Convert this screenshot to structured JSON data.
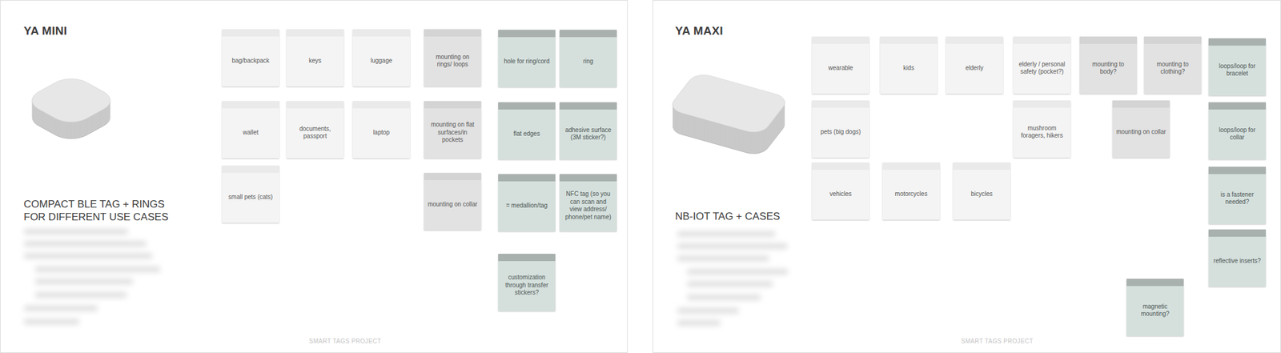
{
  "diagram": {
    "nodes": [
      {
        "text": [
          "YA MINI",
          "COMPACT BLE TAG + RINGS FOR DIFFERENT USE CASES"
        ]
      },
      {
        "text": [
          "bag/backpack"
        ],
        "in": 0
      },
      {
        "text": [
          "keys"
        ],
        "in": 0
      },
      {
        "text": [
          "luggage"
        ],
        "in": 0
      },
      {
        "text": [
          "mounting on rings/ loops"
        ],
        "in": 0
      },
      {
        "text": [
          "hole for ring/cord"
        ],
        "in": 0
      },
      {
        "text": [
          "ring"
        ],
        "in": 0
      },
      {
        "text": [
          "wallet"
        ],
        "in": 0
      },
      {
        "text": [
          "documents, passport"
        ],
        "in": 0
      },
      {
        "text": [
          "laptop"
        ],
        "in": 0
      },
      {
        "text": [
          "mounting on flat surfaces/in pockets"
        ],
        "in": 0
      },
      {
        "text": [
          "flat edges"
        ],
        "in": 0
      },
      {
        "text": [
          "adhesive surface (3M sticker?)"
        ],
        "in": 0
      },
      {
        "text": [
          "small pets (cats)"
        ],
        "in": 0
      },
      {
        "text": [
          "mounting on collar"
        ],
        "in": 0
      },
      {
        "text": [
          "= medallion/tag"
        ],
        "in": 0
      },
      {
        "text": [
          "NFC tag (so you can scan and view address/ phone/pet name)"
        ],
        "in": 0
      },
      {
        "text": [
          "customization through transfer stickers?"
        ],
        "in": 0
      },
      {
        "text": [
          "YA MAXI",
          "NB-IOT TAG + CASES"
        ]
      },
      {
        "text": [
          "wearable"
        ],
        "in": 18
      },
      {
        "text": [
          "kids"
        ],
        "in": 18
      },
      {
        "text": [
          "elderly"
        ],
        "in": 18
      },
      {
        "text": [
          "elderly / personal safety (pocket?)"
        ],
        "in": 18
      },
      {
        "text": [
          "mounting to body?"
        ],
        "in": 18
      },
      {
        "text": [
          "mounting to clothing?"
        ],
        "in": 18
      },
      {
        "text": [
          "loops/loop for bracelet"
        ],
        "in": 18
      },
      {
        "text": [
          "pets (big dogs)"
        ],
        "in": 18
      },
      {
        "text": [
          "mushroom foragers, hikers"
        ],
        "in": 18
      },
      {
        "text": [
          "mounting on collar"
        ],
        "in": 18
      },
      {
        "text": [
          "loops/loop for collar"
        ],
        "in": 18
      },
      {
        "text": [
          "vehicles"
        ],
        "in": 18
      },
      {
        "text": [
          "motorcycles"
        ],
        "in": 18
      },
      {
        "text": [
          "bicycles"
        ],
        "in": 18
      },
      {
        "text": [
          "is a fastener needed?"
        ],
        "in": 18
      },
      {
        "text": [
          "reflective inserts?"
        ],
        "in": 18
      },
      {
        "text": [
          "magnetic mounting?"
        ],
        "in": 18
      }
    ],
    "labels": [
      "SMART TAGS PROJECT",
      "SMART TAGS PROJECT"
    ]
  }
}
